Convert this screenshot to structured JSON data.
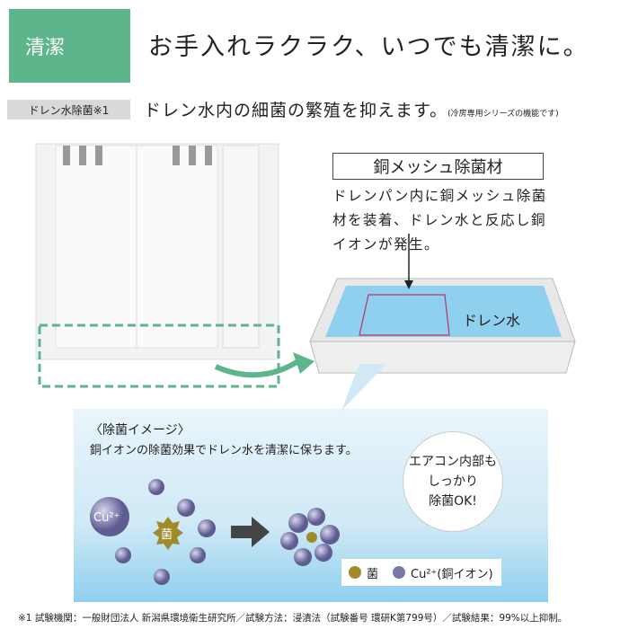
{
  "header": {
    "tag": "清潔",
    "title": "お手入れラクラク、いつでも清潔に。"
  },
  "feature": {
    "label": "ドレン水除菌※1",
    "text": "ドレン水内の細菌の繁殖を抑えます。",
    "note": "(冷房専用シリーズの機能です)"
  },
  "mesh": {
    "title": "銅メッシュ除菌材",
    "desc": [
      "ドレンパン内に銅メッシュ除菌",
      "材を装着、ドレン水と反応し銅",
      "イオンが発生。"
    ],
    "tray_label": "ドレン水"
  },
  "panel": {
    "heading": "〈除菌イメージ〉",
    "subtitle": "銅イオンの除菌効果でドレン水を清潔に保ちます。",
    "bubble": [
      "エアコン内部も",
      "しっかり",
      "除菌OK!"
    ],
    "cu_label": "Cu²⁺",
    "germ_label": "菌",
    "legend_germ": "菌",
    "legend_cu": "Cu²⁺(銅イオン)"
  },
  "colors": {
    "green": "#5cb58b",
    "gray": "#d9d9d9",
    "ion": "#7a78a8",
    "germ": "#a08a2a"
  },
  "footer": "※1 試験機関：一般財団法人 新潟県環境衛生研究所／試験方法：浸漬法（試験番号 環研K第799号）／試験結果：99%以上抑制。"
}
